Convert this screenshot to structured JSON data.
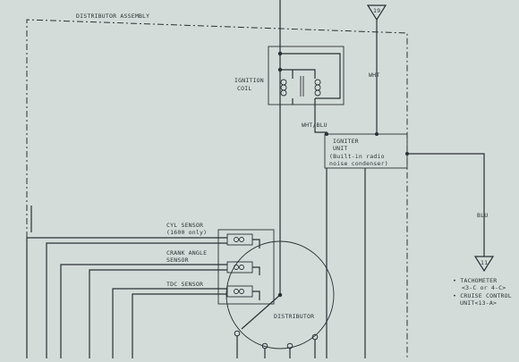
{
  "diagram": {
    "distributor_assembly_label": "DISTRIBUTOR ASSEMBLY",
    "ignition_coil_label": [
      "IGNITION",
      "COIL"
    ],
    "wire_wht_label": "WHT",
    "wire_whtblu_label": "WHT/BLU",
    "igniter_label": [
      "IGNITER",
      "UNIT",
      "(Built-in radio",
      "noise condenser)"
    ],
    "wire_blu_label": "BLU",
    "connector_top_label": "19",
    "connector_right_label": "11",
    "cyl_sensor_label": [
      "CYL SENSOR",
      "(1600 only)"
    ],
    "crank_angle_sensor_label": [
      "CRANK ANGLE",
      "SENSOR"
    ],
    "tdc_sensor_label": "TDC SENSOR",
    "distributor_label": "DISTRIBUTOR",
    "outputs": [
      "• TACHOMETER",
      "<3-C or 4-C>",
      "• CRUISE CONTROL",
      "UNIT<13-A>"
    ]
  },
  "colors": {
    "background": "#d4dcd9",
    "ink": "#2b3034"
  }
}
